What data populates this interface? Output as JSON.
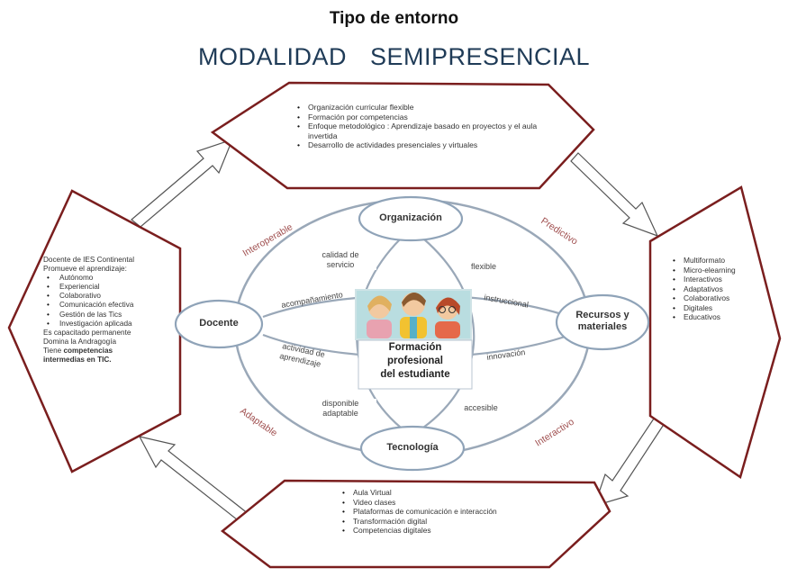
{
  "title": "Tipo de entorno",
  "subtitle": "MODALIDAD SEMIPRESENCIAL",
  "top_box": {
    "items": [
      "Organización curricular flexible",
      "Formación por competencias",
      "Enfoque metodológico : Aprendizaje basado en proyectos y el aula invertida",
      "Desarrollo de actividades presenciales y virtuales"
    ]
  },
  "right_box": {
    "items": [
      "Multiformato",
      "Micro-elearning",
      "Interactivos",
      "Adaptativos",
      "Colaborativos",
      "Digitales",
      "Educativos"
    ]
  },
  "bottom_box": {
    "items": [
      "Aula Virtual",
      "Video clases",
      "Plataformas de comunicación e interacción",
      "Transformación digital",
      "Competencias digitales"
    ]
  },
  "left_box": {
    "intro_1": "Docente de IES Continental",
    "intro_2": "Promueve el aprendizaje:",
    "items": [
      "Autónomo",
      "Experiencial",
      "Colaborativo",
      "Comunicación efectiva",
      "Gestión de las Tics",
      "Investigación aplicada"
    ],
    "outro_1": "Es capacitado permanente",
    "outro_2": "Domina la Andragogía",
    "outro_3a": "Tiene ",
    "outro_3b": "competencias",
    "outro_4": "intermedias en TIC."
  },
  "nodes": {
    "organizacion": "Organización",
    "docente": "Docente",
    "recursos_1": "Recursos y",
    "recursos_2": "materiales",
    "tecnologia": "Tecnología"
  },
  "center": {
    "line1": "Formación",
    "line2": "profesional",
    "line3": "del estudiante"
  },
  "connectors": {
    "calidad_1": "calidad de",
    "calidad_2": "servicio",
    "flexible": "flexible",
    "acompanamiento": "acompañamiento",
    "instruccional": "instruccional",
    "actividad_1": "actividad de",
    "actividad_2": "aprendizaje",
    "innovacion": "innovación",
    "disponible_1": "disponible",
    "disponible_2": "adaptable",
    "accesible": "accesible"
  },
  "outer_labels": {
    "interoperable": "Interoperable",
    "predictivo": "Predictivo",
    "adaptable": "Adaptable",
    "interactivo": "Interactivo"
  },
  "colors": {
    "box_border": "#7a1e1e",
    "ellipse": "#9aa8b8",
    "node_border": "#8fa3b8",
    "outer_label": "#a05050"
  }
}
